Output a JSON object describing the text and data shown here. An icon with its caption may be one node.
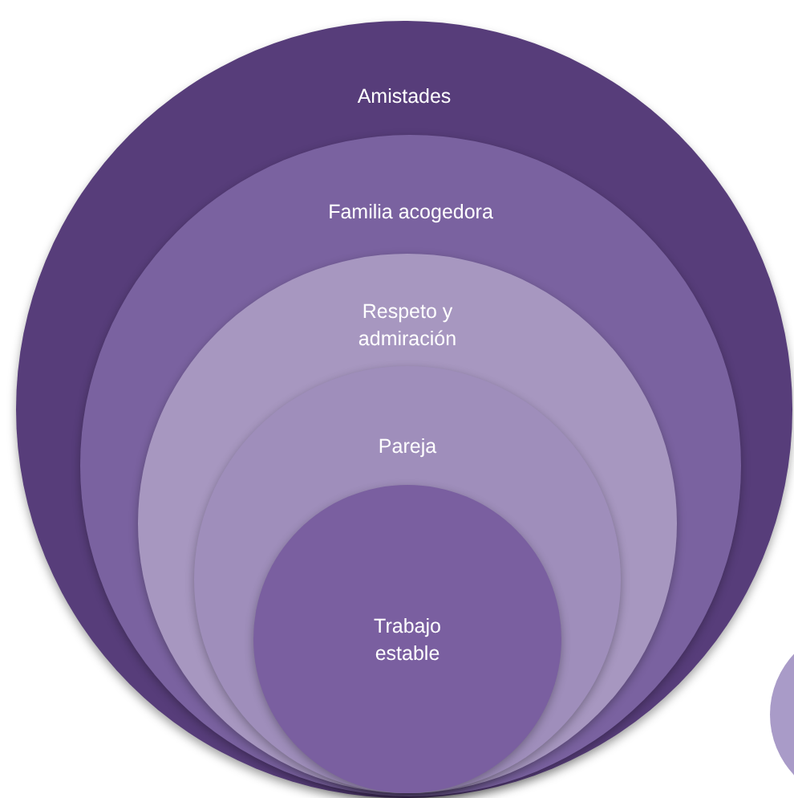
{
  "diagram": {
    "nodes": [
      {
        "text": [
          "Amistades"
        ]
      },
      {
        "text": [
          "Familia acogedora"
        ],
        "in": 0
      },
      {
        "text": [
          "Respeto y admiración"
        ],
        "in": 1
      },
      {
        "text": [
          "Pareja"
        ],
        "in": 2
      },
      {
        "text": [
          "Trabajo estable"
        ],
        "in": 3
      },
      {
        "text": [],
        "shape": "circle"
      }
    ]
  }
}
